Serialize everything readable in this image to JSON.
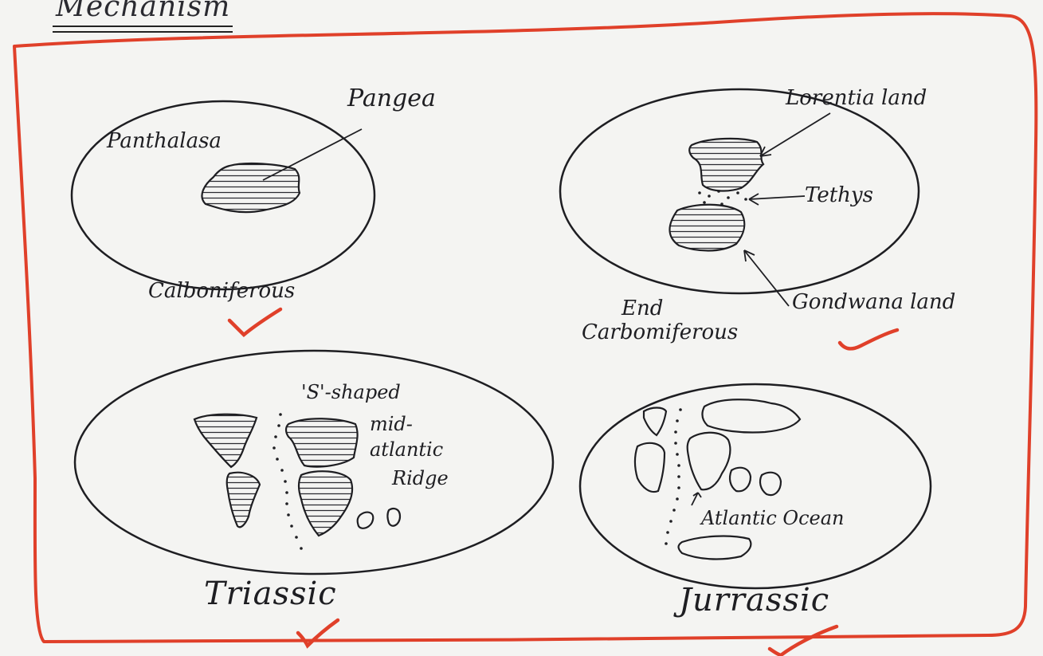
{
  "heading": "Mechanism",
  "panels": [
    {
      "period": "Calboniferous",
      "labels": {
        "ocean": "Panthalasa",
        "landmass": "Pangea"
      }
    },
    {
      "period": "End Carbomiferous",
      "period_lines": [
        "End",
        "Carbomiferous"
      ],
      "labels": {
        "north": "Lorentia land",
        "sea": "Tethys",
        "south": "Gondwana land"
      }
    },
    {
      "period": "Triassic",
      "labels": {
        "ridge": "'S'-shaped mid-atlantic Ridge"
      },
      "ridge_lines": [
        "'S'-shaped",
        "mid-",
        "atlantic",
        "Ridge"
      ]
    },
    {
      "period": "Jurrassic",
      "labels": {
        "ocean": "Atlantic Ocean"
      }
    }
  ],
  "colors": {
    "paper": "#f4f4f2",
    "ink": "#1e1e22",
    "teacher_red": "#e0402a"
  }
}
